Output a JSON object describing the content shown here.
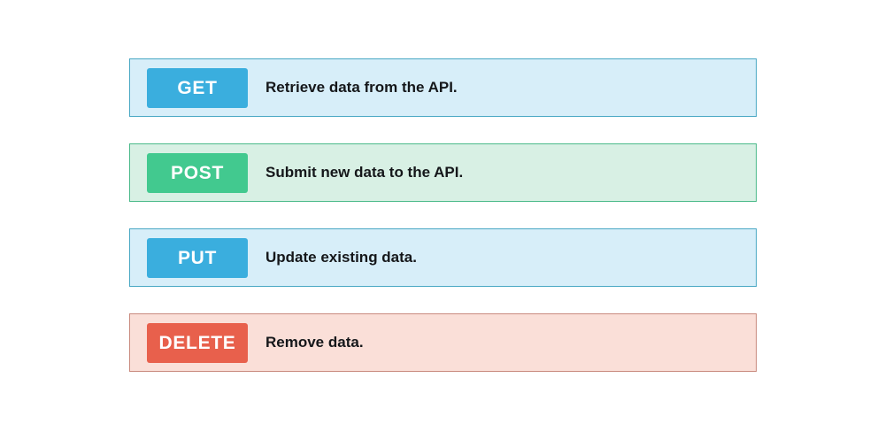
{
  "methods": [
    {
      "badge": "GET",
      "description": "Retrieve data from the API.",
      "theme": "blue",
      "badge_color": "#3aaede",
      "row_background": "#d7eef9",
      "row_border": "#4aa8c4"
    },
    {
      "badge": "POST",
      "description": "Submit new data to the API.",
      "theme": "green",
      "badge_color": "#42c98f",
      "row_background": "#d8f0e4",
      "row_border": "#4bba8a"
    },
    {
      "badge": "PUT",
      "description": "Update existing data.",
      "theme": "blue",
      "badge_color": "#3aaede",
      "row_background": "#d7eef9",
      "row_border": "#4aa8c4"
    },
    {
      "badge": "DELETE",
      "description": "Remove data.",
      "theme": "red",
      "badge_color": "#e8604c",
      "row_background": "#fadfd8",
      "row_border": "#c98a7e"
    }
  ],
  "page_background": "#ffffff",
  "description_color": "#15171a",
  "badge_text_color": "#ffffff"
}
